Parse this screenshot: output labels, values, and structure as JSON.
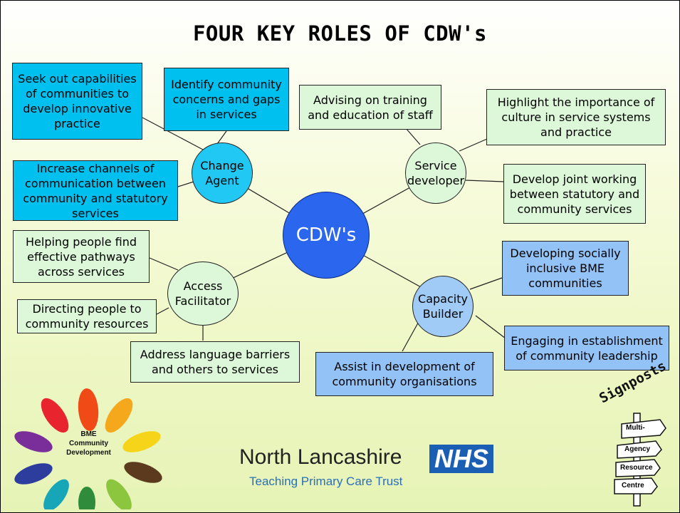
{
  "title": "FOUR KEY ROLES OF CDW's",
  "center": "CDW's",
  "roles": {
    "change_agent": {
      "label": "Change Agent",
      "boxes": [
        "Seek out capabilities of communities to develop innovative practice",
        "Identify community concerns and gaps in services",
        "Increase channels of communication between community and statutory services"
      ]
    },
    "service_developer": {
      "label": "Service developer",
      "boxes": [
        "Advising on training and education of staff",
        "Highlight the importance of culture in service systems and practice",
        "Develop joint working between statutory and community services"
      ]
    },
    "access_facilitator": {
      "label": "Access Facilitator",
      "boxes": [
        "Helping people find effective pathways across services",
        "Directing people to community resources",
        "Address language barriers and others to services"
      ]
    },
    "capacity_builder": {
      "label": "Capacity Builder",
      "boxes": [
        "Developing socially inclusive BME communities",
        "Engaging in establishment of community leadership",
        "Assist in development of community organisations"
      ]
    }
  },
  "logos": {
    "bme": "BME Community Development",
    "org_name": "North Lancashire",
    "nhs": "NHS",
    "trust": "Teaching Primary Care Trust",
    "signposts": "Signposts",
    "signs": [
      "Multi-",
      "Agency",
      "Resource",
      "Centre"
    ]
  },
  "colors": {
    "change_agent": "#00c0f0",
    "service_developer": "#dcf8d8",
    "access_facilitator": "#dcf8d8",
    "capacity_builder": "#92c2f6",
    "center": "#2a66ee",
    "nhs_blue": "#1a5fb4"
  }
}
